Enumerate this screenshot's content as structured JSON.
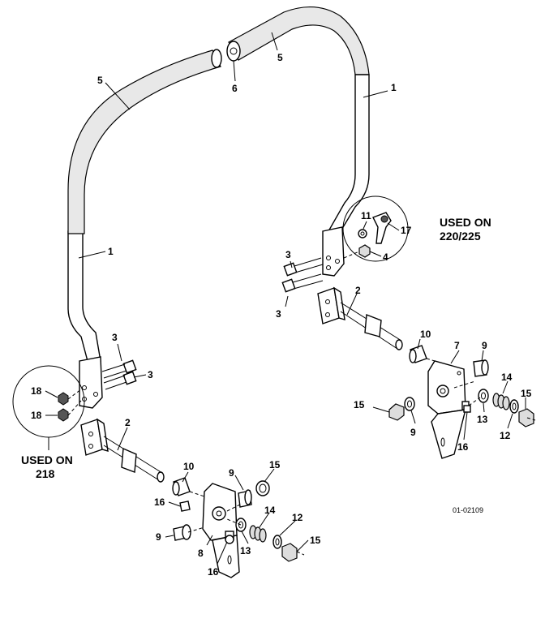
{
  "callouts": {
    "c1a": "1",
    "c1b": "1",
    "c2a": "2",
    "c2b": "2",
    "c3a": "3",
    "c3b": "3",
    "c3c": "3",
    "c3d": "3",
    "c4": "4",
    "c5a": "5",
    "c5b": "5",
    "c6": "6",
    "c7": "7",
    "c8": "8",
    "c9a": "9",
    "c9b": "9",
    "c9c": "9",
    "c9d": "9",
    "c10a": "10",
    "c10b": "10",
    "c11": "11",
    "c12a": "12",
    "c12b": "12",
    "c13a": "13",
    "c13b": "13",
    "c14a": "14",
    "c14b": "14",
    "c15a": "15",
    "c15b": "15",
    "c15c": "15",
    "c15d": "15",
    "c16a": "16",
    "c16b": "16",
    "c16c": "16",
    "c17": "17",
    "c18a": "18",
    "c18b": "18"
  },
  "notes": {
    "right_line1": "USED ON",
    "right_line2": "220/225",
    "left_line1": "USED ON",
    "left_line2": "218"
  },
  "figure_code": "01-02109"
}
